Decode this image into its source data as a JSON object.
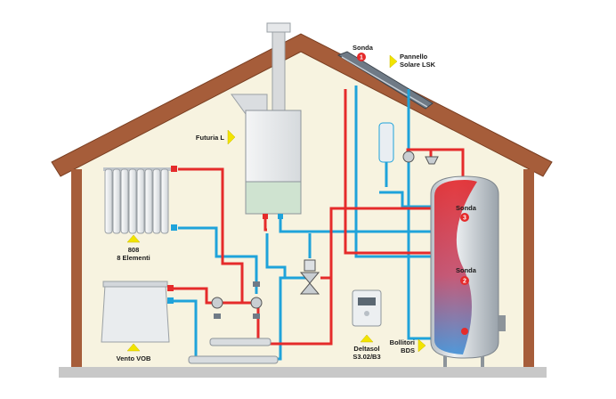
{
  "labels": {
    "sonda_top": "Sonda",
    "pannello_line1": "Pannello",
    "pannello_line2": "Solare LSK",
    "futuria": "Futuria L",
    "radiator_line1": "808",
    "radiator_line2": "8 Elementi",
    "vento": "Vento VOB",
    "sonda_upper": "Sonda",
    "sonda_lower": "Sonda",
    "deltasol_line1": "Deltasol",
    "deltasol_line2": "S3.02/B3",
    "bollitori_line1": "Bollitori",
    "bollitori_line2": "BDS"
  },
  "badges": {
    "sonda_top_num": "1",
    "sonda_upper_num": "3",
    "sonda_lower_num": "2"
  },
  "colors": {
    "hot_pipe": "#e52b2b",
    "cold_pipe": "#1fa3da",
    "wall": "#f7f3e0",
    "roof": "#a65d3a",
    "arrow": "#f2e400",
    "tank": "#d5d9dd"
  },
  "icons": {
    "arrow": "yellow-triangle-pointer",
    "pump": "circulation-pump",
    "valve": "three-way-valve"
  }
}
